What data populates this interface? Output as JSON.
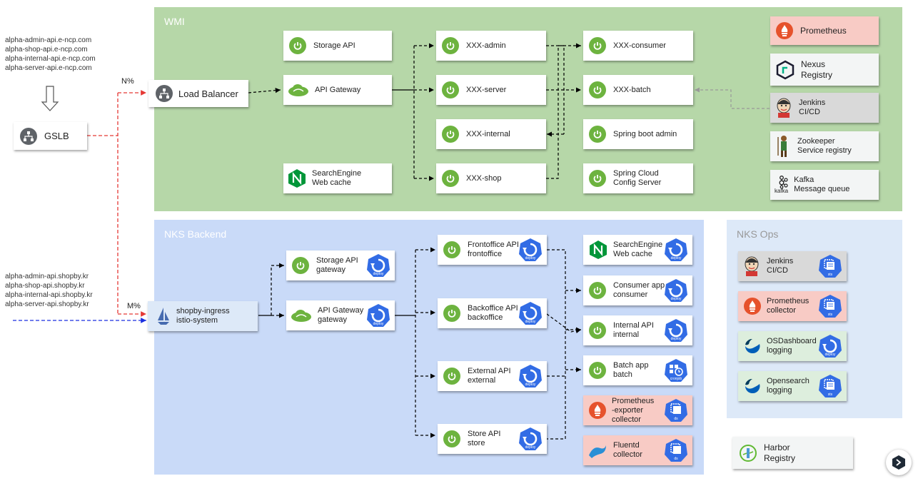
{
  "hosts_ncp": [
    "alpha-admin-api.e-ncp.com",
    "alpha-shop-api.e-ncp.com",
    "alpha-internal-api.e-ncp.com",
    "alpha-server-api.e-ncp.com"
  ],
  "hosts_shopby": [
    "alpha-admin-api.shopby.kr",
    "alpha-shop-api.shopby.kr",
    "alpha-internal-api.shopby.kr",
    "alpha-server-api.shopby.kr"
  ],
  "gslb": "GSLB",
  "split": {
    "n": "N%",
    "m": "M%"
  },
  "wmi": {
    "title": "WMI",
    "load_balancer": "Load Balancer",
    "storage_api": "Storage API",
    "api_gateway": "API Gateway",
    "search_engine": [
      "SearchEngine",
      "Web cache"
    ],
    "xxx_admin": "XXX-admin",
    "xxx_server": "XXX-server",
    "xxx_internal": "XXX-internal",
    "xxx_shop": "XXX-shop",
    "xxx_consumer": "XXX-consumer",
    "xxx_batch": "XXX-batch",
    "spring_boot_admin": "Spring boot admin",
    "spring_cloud_config": [
      "Spring Cloud",
      "Config Server"
    ],
    "prometheus": "Prometheus",
    "nexus": [
      "Nexus",
      "Registry"
    ],
    "jenkins": [
      "Jenkins",
      "CI/CD"
    ],
    "zookeeper": [
      "Zookeeper",
      "Service registry"
    ],
    "kafka": [
      "Kafka",
      "Message queue"
    ],
    "kafka_logo": "kafka"
  },
  "nks": {
    "title": "NKS Backend",
    "ingress": [
      "shopby-ingress",
      "istio-system"
    ],
    "storage_api": [
      "Storage API",
      "gateway"
    ],
    "api_gateway": [
      "API Gateway",
      "gateway"
    ],
    "frontoffice": [
      "Frontoffice API",
      "frontoffice"
    ],
    "backoffice": [
      "Backoffice API",
      "backoffice"
    ],
    "external": [
      "External API",
      "external"
    ],
    "store": [
      "Store API",
      "store"
    ],
    "search_engine": [
      "SearchEngine",
      "Web cache"
    ],
    "consumer": [
      "Consumer app",
      "consumer"
    ],
    "internal": [
      "Internal API",
      "internal"
    ],
    "batch": [
      "Batch app",
      "batch"
    ],
    "prom_exporter": [
      "Prometheus",
      "-exporter",
      "collector"
    ],
    "fluentd": [
      "Fluentd",
      "collector"
    ]
  },
  "ops": {
    "title": "NKS Ops",
    "jenkins": [
      "Jenkins",
      "CI/CD"
    ],
    "prometheus": [
      "Prometheus",
      "collector"
    ],
    "osdashboard": [
      "OSDashboard",
      "logging"
    ],
    "opensearch": [
      "Opensearch",
      "logging"
    ]
  },
  "harbor": [
    "Harbor",
    "Registry"
  ],
  "k8s_labels": {
    "deploy": "deploy",
    "sts": "sts",
    "ds": "ds",
    "cronjob": "cronjob"
  },
  "colors": {
    "wmi_bg": "#b6d7a8",
    "nks_bg": "#c9daf8",
    "ops_bg": "#dde9f8",
    "spring": "#6db33f",
    "k8s": "#326ce5",
    "red_line": "#e53935",
    "blue_line": "#1a2fe0"
  }
}
